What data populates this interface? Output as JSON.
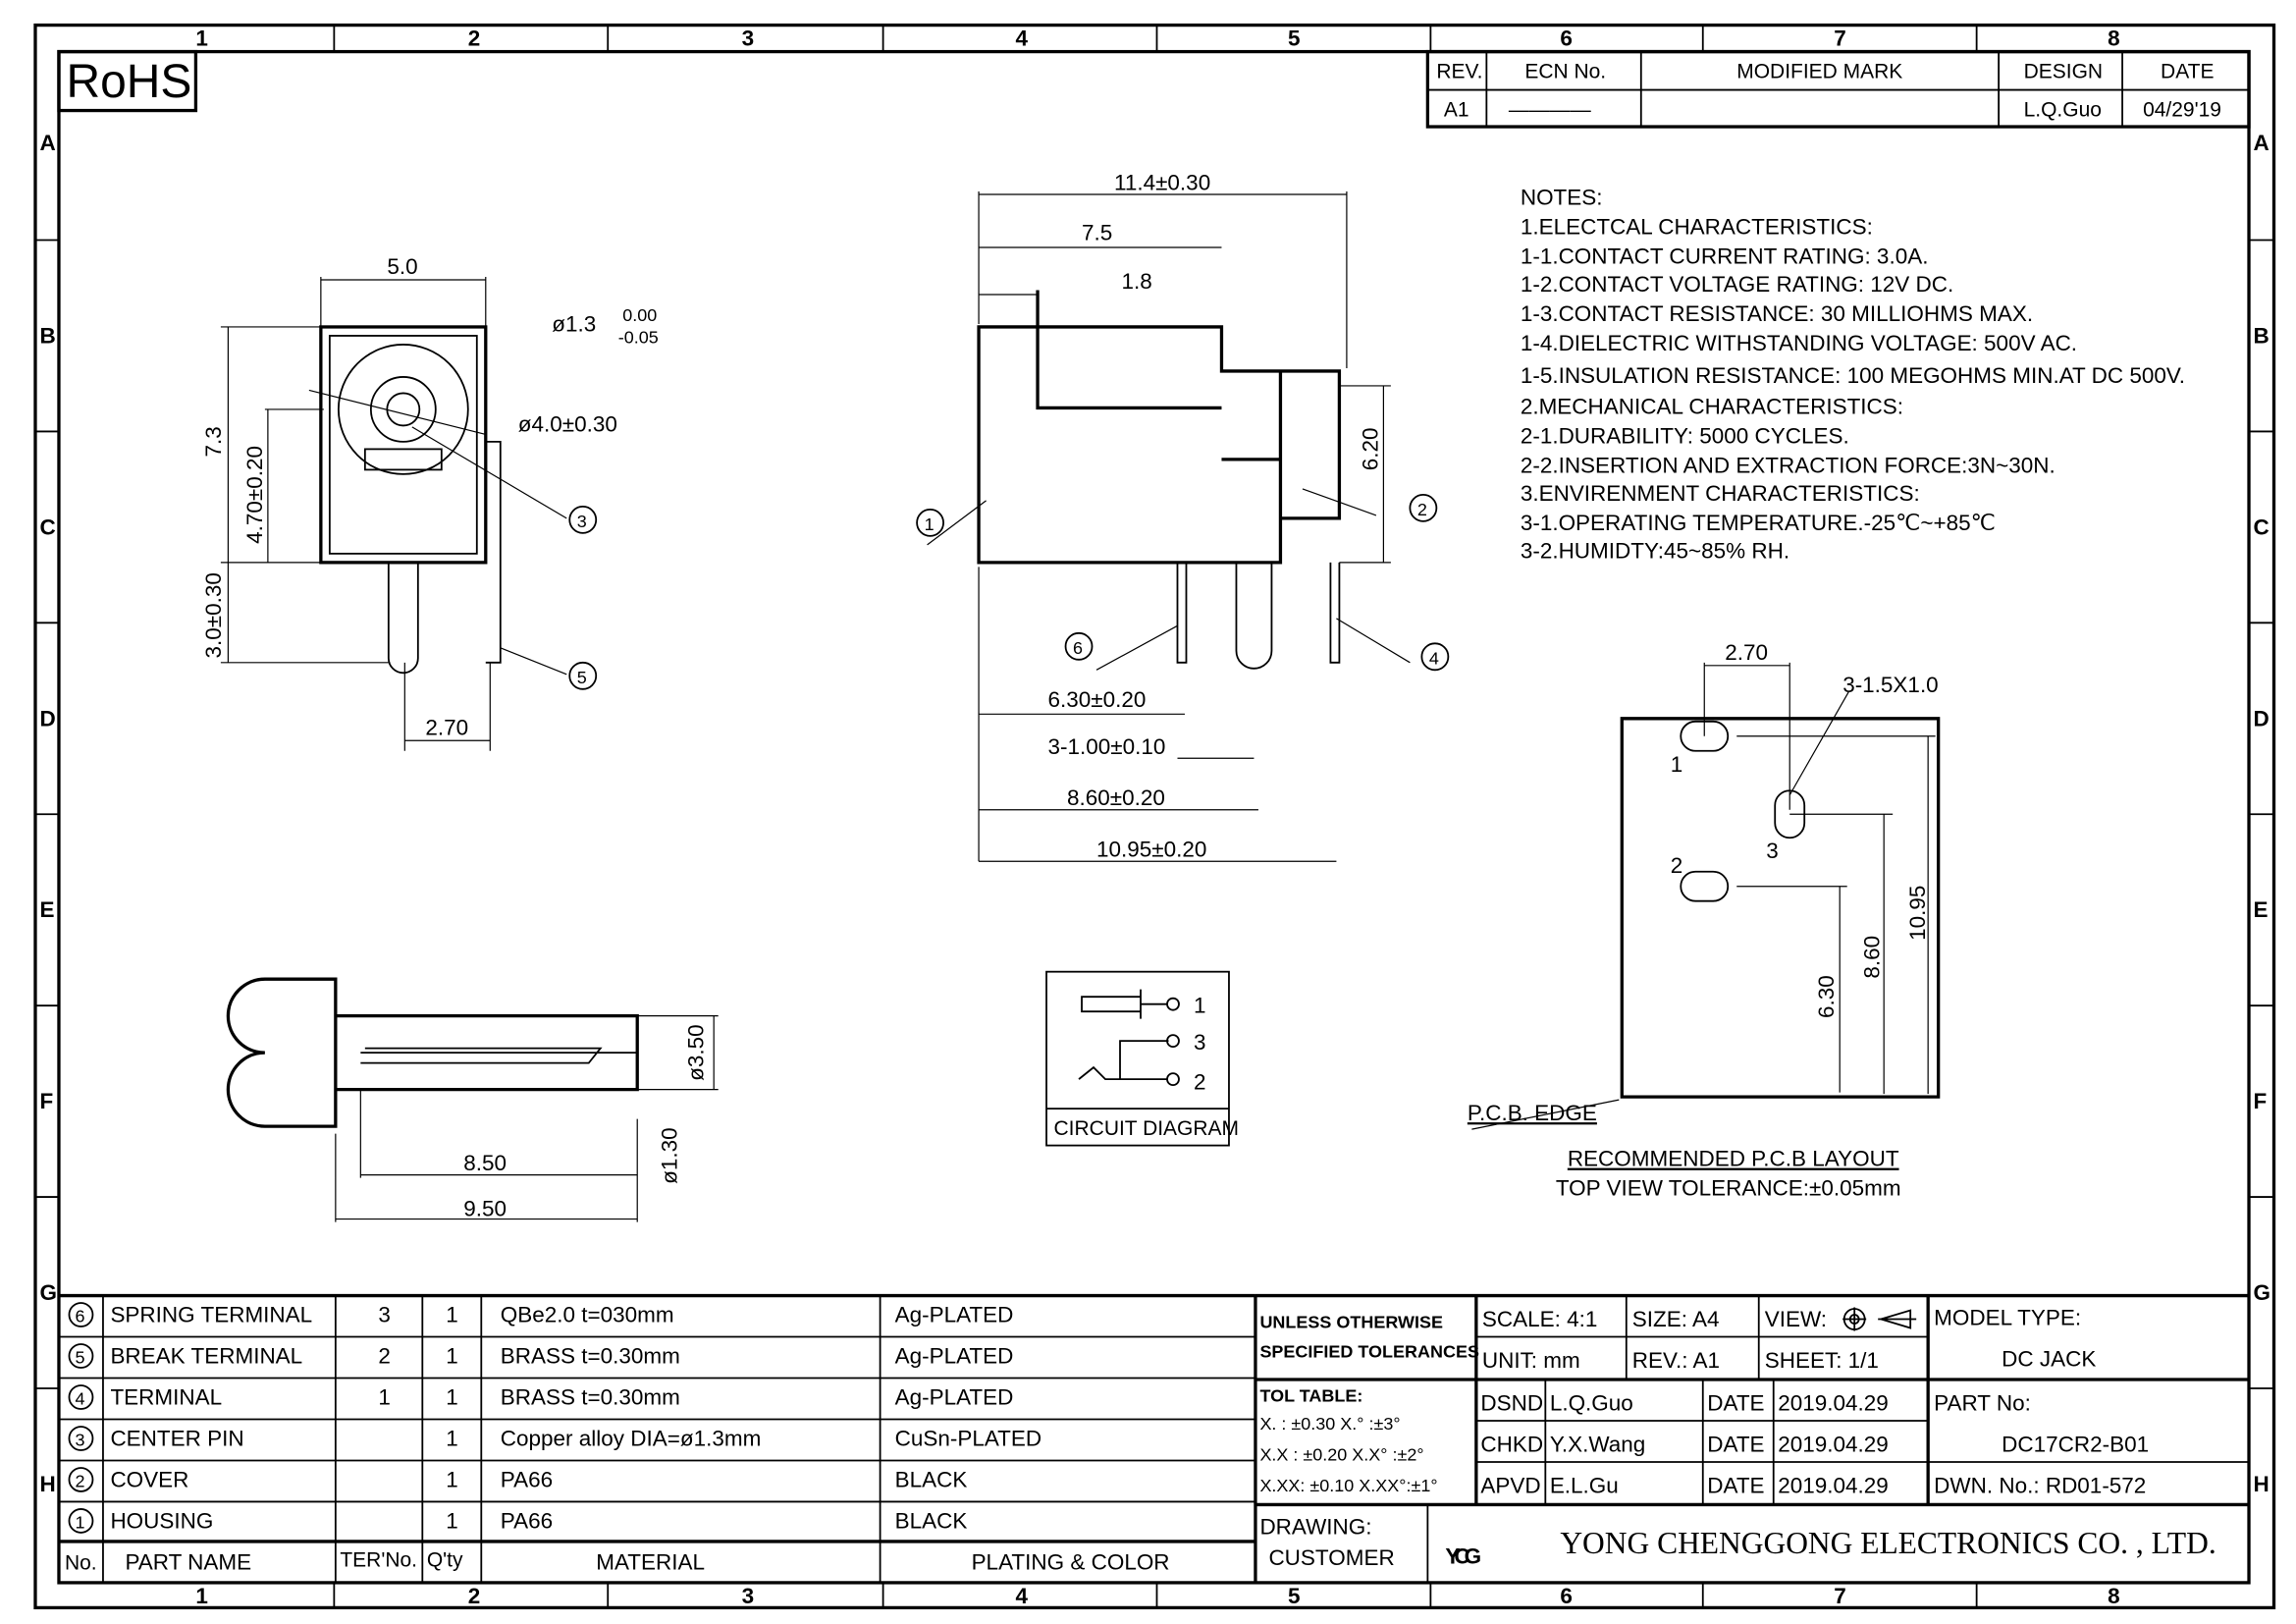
{
  "rohs": "RoHS",
  "columns": [
    "1",
    "2",
    "3",
    "4",
    "5",
    "6",
    "7",
    "8"
  ],
  "rows": [
    "A",
    "B",
    "C",
    "D",
    "E",
    "F",
    "G",
    "H"
  ],
  "revision": {
    "headers": [
      "REV.",
      "ECN No.",
      "MODIFIED MARK",
      "DESIGN",
      "DATE"
    ],
    "row": [
      "A1",
      "————",
      "",
      "L.Q.Guo",
      "04/29'19"
    ]
  },
  "notes": [
    "NOTES:",
    "1.ELECTCAL  CHARACTERISTICS:",
    " 1-1.CONTACT  CURRENT  RATING:  3.0A.",
    " 1-2.CONTACT  VOLTAGE  RATING:  12V  DC.",
    " 1-3.CONTACT  RESISTANCE:  30  MILLIOHMS  MAX.",
    " 1-4.DIELECTRIC  WITHSTANDING  VOLTAGE:  500V  AC.",
    " 1-5.INSULATION  RESISTANCE:  100  MEGOHMS  MIN.AT  DC  500V.",
    "2.MECHANICAL  CHARACTERISTICS:",
    " 2-1.DURABILITY:  5000  CYCLES.",
    " 2-2.INSERTION  AND  EXTRACTION  FORCE:3N~30N.",
    "3.ENVIRENMENT  CHARACTERISTICS:",
    " 3-1.OPERATING  TEMPERATURE.-25℃~+85℃",
    " 3-2.HUMIDTY:45~85% RH."
  ],
  "front_view": {
    "w": "5.0",
    "hole": "ø1.3",
    "tol_up": "0.00",
    "tol_dn": "-0.05",
    "od": "ø4.0±0.30",
    "h": "7.3",
    "ch": "4.70±0.20",
    "pin": "3.0±0.30",
    "pitch": "2.70",
    "c3": "3",
    "c5": "5"
  },
  "side_view": {
    "len": "11.4±0.30",
    "d75": "7.5",
    "d18": "1.8",
    "h620": "6.20",
    "d630": "6.30±0.20",
    "d100": "3-1.00±0.10",
    "d860": "8.60±0.20",
    "d1095": "10.95±0.20",
    "c1": "1",
    "c2": "2",
    "c4": "4",
    "c6": "6"
  },
  "pin_view": {
    "d350": "ø3.50",
    "d130": "ø1.30",
    "d850": "8.50",
    "d950": "9.50"
  },
  "circuit": {
    "label": "CIRCUIT DIAGRAM",
    "pins": [
      "1",
      "3",
      "2"
    ]
  },
  "pcb": {
    "d270": "2.70",
    "slot": "3-1.5X1.0",
    "p1": "1",
    "p2": "2",
    "p3": "3",
    "d630": "6.30",
    "d860": "8.60",
    "d1095": "10.95",
    "edge": "P.C.B. EDGE",
    "title": "RECOMMENDED  P.C.B  LAYOUT",
    "sub": "TOP  VIEW  TOLERANCE:±0.05mm"
  },
  "bom": {
    "headers": [
      "No.",
      "PART NAME",
      "TER'No.",
      "Q'ty",
      "MATERIAL",
      "PLATING & COLOR"
    ],
    "rows": [
      {
        "no": "6",
        "name": "SPRING  TERMINAL",
        "ter": "3",
        "qty": "1",
        "mat": "QBe2.0  t=030mm",
        "plate": "Ag-PLATED"
      },
      {
        "no": "5",
        "name": "BREAK  TERMINAL",
        "ter": "2",
        "qty": "1",
        "mat": "BRASS  t=0.30mm",
        "plate": "Ag-PLATED"
      },
      {
        "no": "4",
        "name": "TERMINAL",
        "ter": "1",
        "qty": "1",
        "mat": "BRASS  t=0.30mm",
        "plate": "Ag-PLATED"
      },
      {
        "no": "3",
        "name": "CENTER  PIN",
        "ter": "",
        "qty": "1",
        "mat": "Copper  alloy  DIA=ø1.3mm",
        "plate": "CuSn-PLATED"
      },
      {
        "no": "2",
        "name": "COVER",
        "ter": "",
        "qty": "1",
        "mat": "PA66",
        "plate": "BLACK"
      },
      {
        "no": "1",
        "name": "HOUSING",
        "ter": "",
        "qty": "1",
        "mat": "PA66",
        "plate": "BLACK"
      }
    ]
  },
  "title": {
    "unless1": "UNLESS  OTHERWISE",
    "unless2": "SPECIFIED  TOLERANCES",
    "scale": "SCALE: 4:1",
    "size": "SIZE:  A4",
    "view": "VIEW:",
    "unit": "UNIT:  mm",
    "rev": "REV.:  A1",
    "sheet": "SHEET: 1/1",
    "tol": [
      "TOL  TABLE:",
      "X.   :  ±0.30     X.°  :±3°",
      "X.X  :  ±0.20     X.X°  :±2°",
      "X.XX:  ±0.10     X.XX°:±1°"
    ],
    "dsnd": "DSND",
    "dsnd_name": "L.Q.Guo",
    "chkd": "CHKD",
    "chkd_name": "Y.X.Wang",
    "apvd": "APVD",
    "apvd_name": "E.L.Gu",
    "date_label": "DATE",
    "date": "2019.04.29",
    "model_label": "MODEL  TYPE:",
    "model": "DC  JACK",
    "part_label": "PART  No:",
    "part": "DC17CR2-B01",
    "dwn": "DWN.  No.: RD01-572",
    "drawing": "DRAWING:",
    "customer": "CUSTOMER",
    "logo": "YCG",
    "company": "YONG  CHENGGONG  ELECTRONICS  CO. , LTD."
  }
}
